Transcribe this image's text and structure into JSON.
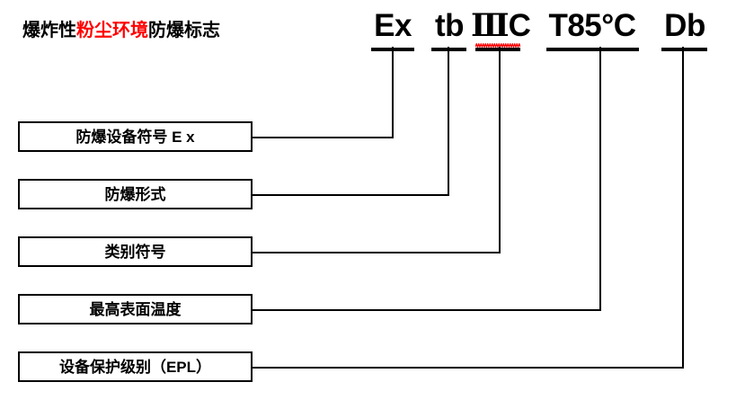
{
  "title": {
    "full_text": "爆炸性粉尘环境防爆标志",
    "part_1": "爆炸性",
    "part_2_highlight": "粉尘环境",
    "part_3": "防爆标志",
    "highlight_color": "#ff0000",
    "text_color": "#000000"
  },
  "marking_code": {
    "segments": [
      {
        "id": "equipment-symbol",
        "text": "Ex",
        "has_spellcheck_squiggle": false
      },
      {
        "id": "protection-type",
        "text": "tb",
        "has_spellcheck_squiggle": false
      },
      {
        "id": "group-symbol",
        "text": "ⅢC",
        "roman": "Ⅲ",
        "suffix": "C",
        "has_spellcheck_squiggle": true,
        "squiggle_color": "#ff0000"
      },
      {
        "id": "max-surface-temp",
        "text": "T85°C",
        "has_spellcheck_squiggle": false
      },
      {
        "id": "epl",
        "text": "Db",
        "has_spellcheck_squiggle": false
      }
    ]
  },
  "labels": [
    {
      "id": "equipment-symbol",
      "text": "防爆设备符号 E x"
    },
    {
      "id": "protection-type",
      "text": "防爆形式"
    },
    {
      "id": "group-symbol",
      "text": "类别符号"
    },
    {
      "id": "max-surface-temp",
      "text": "最高表面温度"
    },
    {
      "id": "epl",
      "text": "设备保护级别（EPL）"
    }
  ],
  "colors": {
    "background": "#ffffff",
    "line": "#000000",
    "accent_red": "#ff0000"
  }
}
